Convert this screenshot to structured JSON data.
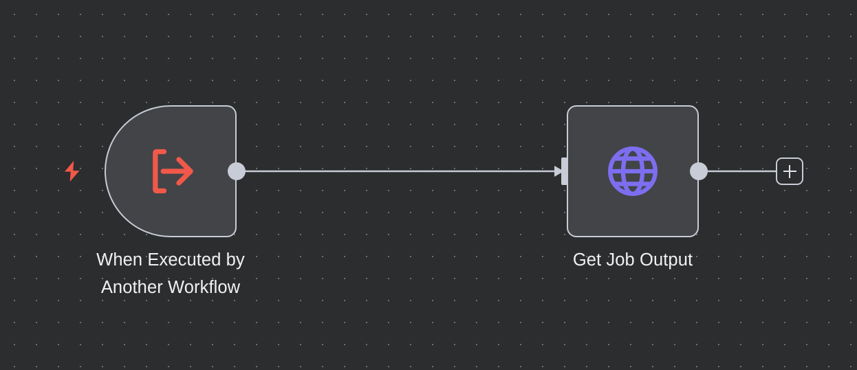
{
  "canvas": {
    "background_color": "#2b2d2e",
    "grid_dot_color": "#6e7073",
    "grid_spacing": 32
  },
  "colors": {
    "node_fill": "#434448",
    "node_border": "#c7ccd6",
    "connector": "#c7ccd6",
    "trigger_accent": "#f0594a",
    "action_accent": "#7d6ef0",
    "label_text": "#f0f1f3"
  },
  "workflow": {
    "nodes": [
      {
        "id": "when-executed-by-another-workflow",
        "label": "When Executed by\nAnother Workflow",
        "type": "trigger",
        "icon": "execute-workflow-icon",
        "icon_color": "#f0594a",
        "badge_icon": "lightning-bolt-icon",
        "badge_color": "#f0594a"
      },
      {
        "id": "get-job-output",
        "label": "Get Job Output",
        "type": "action",
        "icon": "globe-icon",
        "icon_color": "#7d6ef0"
      }
    ],
    "connections": [
      {
        "from": "when-executed-by-another-workflow",
        "to": "get-job-output"
      },
      {
        "from": "get-job-output",
        "to": "add-node-button"
      }
    ],
    "add_button": {
      "icon": "plus-icon",
      "label": "+"
    }
  }
}
